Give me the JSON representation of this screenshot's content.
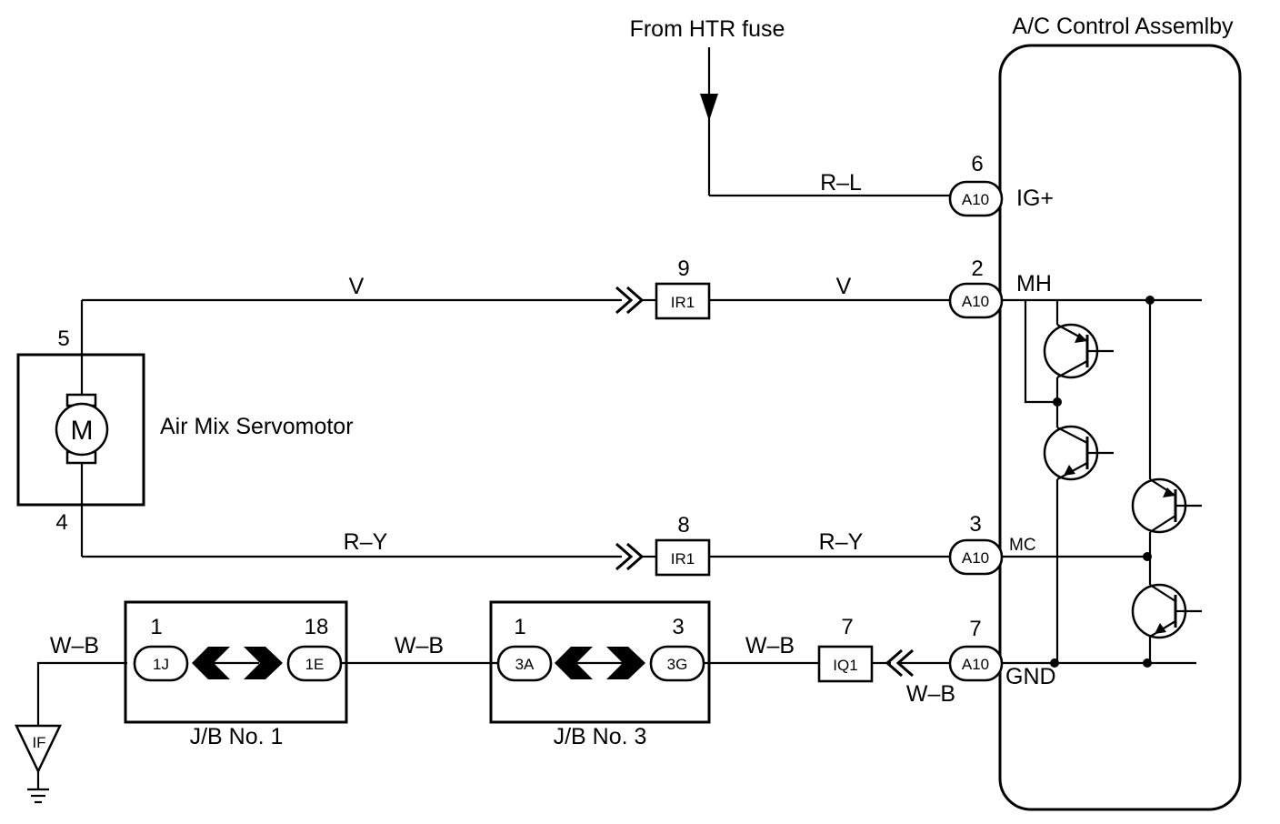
{
  "labels": {
    "from_htr_fuse": "From HTR fuse",
    "ac_control_assembly": "A/C Control Assemlby",
    "air_mix_servomotor": "Air Mix Servomotor",
    "motor_symbol": "M",
    "jb1": "J/B No. 1",
    "jb3": "J/B No. 3",
    "ground_ref": "IF"
  },
  "wires": {
    "rl": "R–L",
    "v_left": "V",
    "v_right": "V",
    "ry_left": "R–Y",
    "ry_right": "R–Y",
    "wb_ground": "W–B",
    "wb_jb1_jb3": "W–B",
    "wb_jb3_iq1": "W–B",
    "wb_a10_gnd": "W–B"
  },
  "servomotor_pins": {
    "top": "5",
    "bottom": "4"
  },
  "connectors": {
    "a10_ig": {
      "code": "A10",
      "pin": "6",
      "terminal": "IG+"
    },
    "a10_mh": {
      "code": "A10",
      "pin": "2",
      "terminal": "MH"
    },
    "a10_mc": {
      "code": "A10",
      "pin": "3",
      "terminal": "MC"
    },
    "a10_gnd": {
      "code": "A10",
      "pin": "7",
      "terminal": "GND"
    },
    "ir1_top": {
      "code": "IR1",
      "pin": "9"
    },
    "ir1_bottom": {
      "code": "IR1",
      "pin": "8"
    },
    "iq1": {
      "code": "IQ1",
      "pin": "7"
    },
    "jb1_left": {
      "code": "1J",
      "pin": "1"
    },
    "jb1_right": {
      "code": "1E",
      "pin": "18"
    },
    "jb3_left": {
      "code": "3A",
      "pin": "1"
    },
    "jb3_right": {
      "code": "3G",
      "pin": "3"
    }
  }
}
